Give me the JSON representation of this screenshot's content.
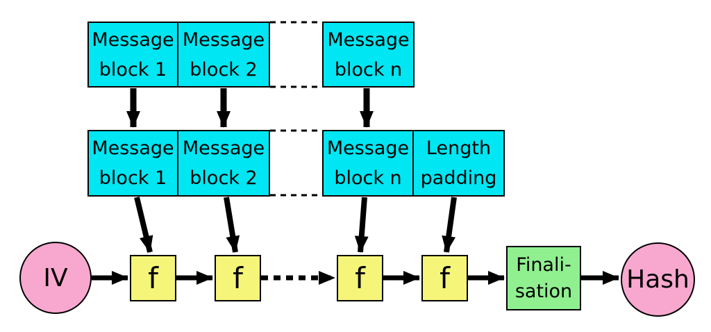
{
  "colors": {
    "background": "#ffffff",
    "stroke": "#000000",
    "block_fill": "#00e6f2",
    "f_fill": "#f5f57a",
    "finalisation_fill": "#90f090",
    "endpoint_fill": "#f8a8cf"
  },
  "top_row": {
    "blocks": [
      {
        "line1": "Message",
        "line2": "block 1"
      },
      {
        "line1": "Message",
        "line2": "block 2"
      },
      {
        "line1": "Message",
        "line2": "block n"
      }
    ]
  },
  "middle_row": {
    "blocks": [
      {
        "line1": "Message",
        "line2": "block 1"
      },
      {
        "line1": "Message",
        "line2": "block 2"
      },
      {
        "line1": "Message",
        "line2": "block n"
      },
      {
        "line1": "Length",
        "line2": "padding"
      }
    ]
  },
  "chain": {
    "iv_label": "IV",
    "f_labels": [
      "f",
      "f",
      "f",
      "f"
    ],
    "finalisation": {
      "line1": "Finali-",
      "line2": "sation"
    },
    "hash_label": "Hash"
  }
}
